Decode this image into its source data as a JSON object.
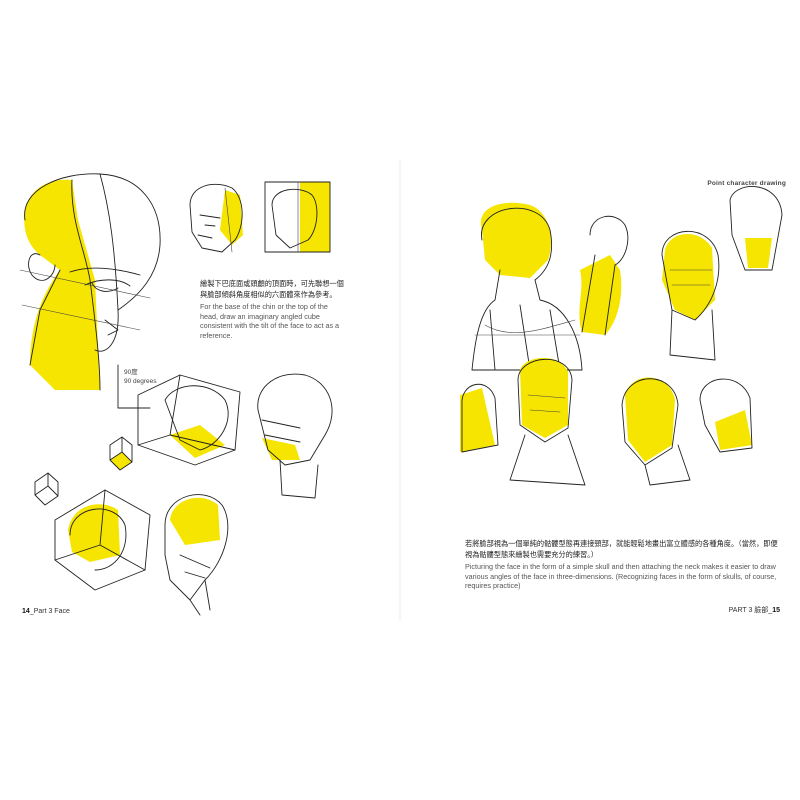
{
  "left_page": {
    "label_90_zh": "90度",
    "label_90_en": "90 degrees",
    "caption_zh": "繪製下巴底面或頭顱的頂面時，可先聯想一個與臉部傾斜角度相似的六面體來作為參考。",
    "caption_en": "For the base of the chin or the top of the head, draw an imaginary angled cube consistent with the tilt of the face to act as a reference.",
    "footer_num": "14",
    "footer_text": "_Part 3 Face"
  },
  "right_page": {
    "header": "Point character drawing",
    "caption_zh": "若將臉部視為一個單純的骷髏型態再連接頸部，就能輕鬆地畫出富立體感的各種角度。（當然，即便視為骷髏型態來繪製也需要充分的練習。）",
    "caption_en": "Picturing the face in the form of a simple skull and then attaching the neck makes it easier to draw various angles of the face in three-dimensions. (Recognizing faces in the form of skulls, of course, requires practice)",
    "footer_text": "PART 3 臉部_",
    "footer_num": "15"
  },
  "colors": {
    "highlight": "#f5e500",
    "ink": "#222222"
  }
}
